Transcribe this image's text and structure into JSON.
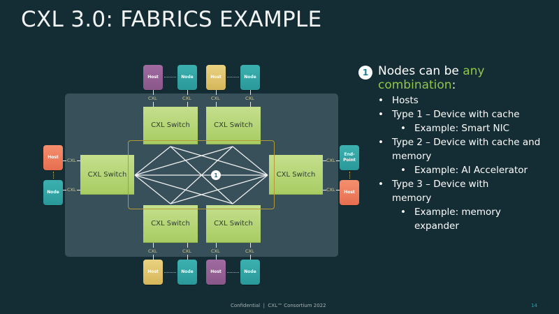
{
  "slide": {
    "title": "CXL 3.0: FABRICS EXAMPLE",
    "footer": "Confidential  |  CXL™ Consortium 2022",
    "page_number": "14"
  },
  "diagram": {
    "switch_label": "CXL Switch",
    "link_label": "CXL",
    "mesh_badge": "1",
    "top_nodes": [
      {
        "label": "Host",
        "color": "purple"
      },
      {
        "label": "Node",
        "color": "teal"
      },
      {
        "label": "Host",
        "color": "yellow"
      },
      {
        "label": "Node",
        "color": "teal"
      }
    ],
    "bottom_nodes": [
      {
        "label": "Host",
        "color": "yellow"
      },
      {
        "label": "Node",
        "color": "teal"
      },
      {
        "label": "Host",
        "color": "purple"
      },
      {
        "label": "Node",
        "color": "teal"
      }
    ],
    "left_nodes": [
      {
        "label": "Host",
        "color": "orange"
      },
      {
        "label": "Node",
        "color": "teal"
      }
    ],
    "right_nodes": [
      {
        "label": "End-Point",
        "color": "teal"
      },
      {
        "label": "Host",
        "color": "orange"
      }
    ]
  },
  "notes": {
    "badge": "1",
    "heading_pre": "Nodes can be ",
    "heading_accent1": "any",
    "heading_accent2": "combination",
    "heading_post": ":",
    "items": [
      {
        "text": "Hosts",
        "sub": []
      },
      {
        "text": "Type 1 – Device with cache",
        "sub": [
          "Example: Smart NIC"
        ]
      },
      {
        "text": "Type 2 – Device with cache and memory",
        "sub": [
          "Example: AI Accelerator"
        ]
      },
      {
        "text": "Type 3 – Device with memory",
        "sub": [
          "Example: memory expander"
        ]
      }
    ]
  },
  "colors": {
    "background": "#142c33",
    "panel": "#37505a",
    "switch": "#b8d878",
    "accent_green": "#8fc64b",
    "teal": "#2fa3a3",
    "purple": "#945f94",
    "yellow": "#dfc46b",
    "orange": "#ee7d5d",
    "fabric_border": "#b39a36"
  }
}
